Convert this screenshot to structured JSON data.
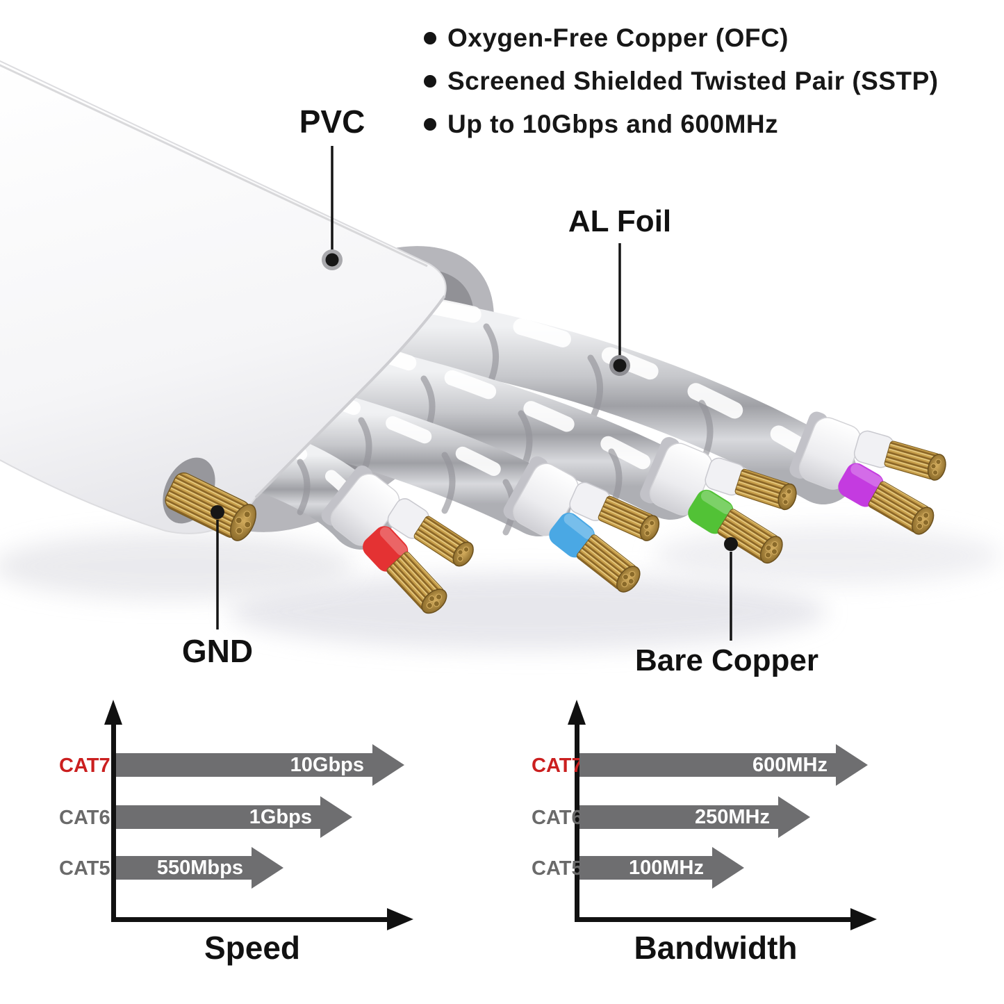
{
  "features": {
    "items": [
      {
        "text": "Oxygen-Free Copper (OFC)"
      },
      {
        "text": "Screened Shielded Twisted Pair (SSTP)"
      },
      {
        "text": "Up to 10Gbps and 600MHz"
      }
    ]
  },
  "callouts": {
    "pvc": "PVC",
    "al_foil": "AL Foil",
    "gnd": "GND",
    "bare_copper": "Bare Copper"
  },
  "cable": {
    "jacket_color": "#ffffff",
    "foil_color": "#c7c7cc",
    "copper_color": "#c79e4a",
    "pair_band_colors": [
      "#e43233",
      "#4aa8e4",
      "#52c236",
      "#c43be0"
    ],
    "pairs": 4,
    "wires_per_pair": 2
  },
  "chart_data": [
    {
      "type": "bar",
      "orientation": "horizontal",
      "title": "Speed",
      "categories": [
        "CAT7",
        "CAT6",
        "CAT5"
      ],
      "values": [
        "10Gbps",
        "1Gbps",
        "550Mbps"
      ],
      "values_mbps": [
        10000,
        1000,
        550
      ],
      "bar_fractions": [
        1.0,
        0.82,
        0.58
      ],
      "bar_color": "#6e6e70",
      "value_text_color": "#ffffff",
      "category_color": "#6a6a6a",
      "highlight_index": 0,
      "highlight_color": "#cb1f1f",
      "axes": {
        "style": "arrow-axes",
        "grid": false,
        "x_axis_label": "",
        "y_axis_label": ""
      }
    },
    {
      "type": "bar",
      "orientation": "horizontal",
      "title": "Bandwidth",
      "categories": [
        "CAT7",
        "CAT6",
        "CAT5"
      ],
      "values": [
        "600MHz",
        "250MHz",
        "100MHz"
      ],
      "values_mhz": [
        600,
        250,
        100
      ],
      "bar_fractions": [
        1.0,
        0.8,
        0.57
      ],
      "bar_color": "#6e6e70",
      "value_text_color": "#ffffff",
      "category_color": "#6a6a6a",
      "highlight_index": 0,
      "highlight_color": "#cb1f1f",
      "axes": {
        "style": "arrow-axes",
        "grid": false,
        "x_axis_label": "",
        "y_axis_label": ""
      }
    }
  ]
}
